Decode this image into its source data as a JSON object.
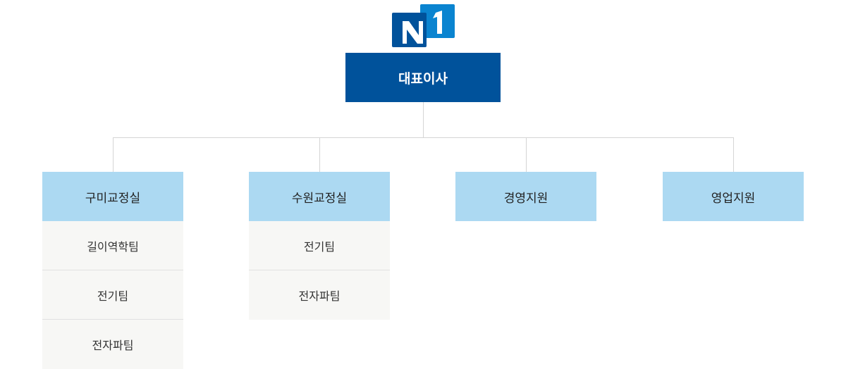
{
  "colors": {
    "ceo_bg": "#00529b",
    "dept_bg": "#acd9f2",
    "team_bg": "#f7f7f5",
    "connector": "#d5d5d5",
    "logo_dark": "#00529b",
    "logo_light": "#0a84d0"
  },
  "logo": {
    "icon": "m1-logo-icon"
  },
  "ceo": {
    "label": "대표이사"
  },
  "departments": [
    {
      "label": "구미교정실",
      "teams": [
        "길이역학팀",
        "전기팀",
        "전자파팀"
      ]
    },
    {
      "label": "수원교정실",
      "teams": [
        "전기팀",
        "전자파팀"
      ]
    },
    {
      "label": "경영지원",
      "teams": []
    },
    {
      "label": "영업지원",
      "teams": []
    }
  ]
}
